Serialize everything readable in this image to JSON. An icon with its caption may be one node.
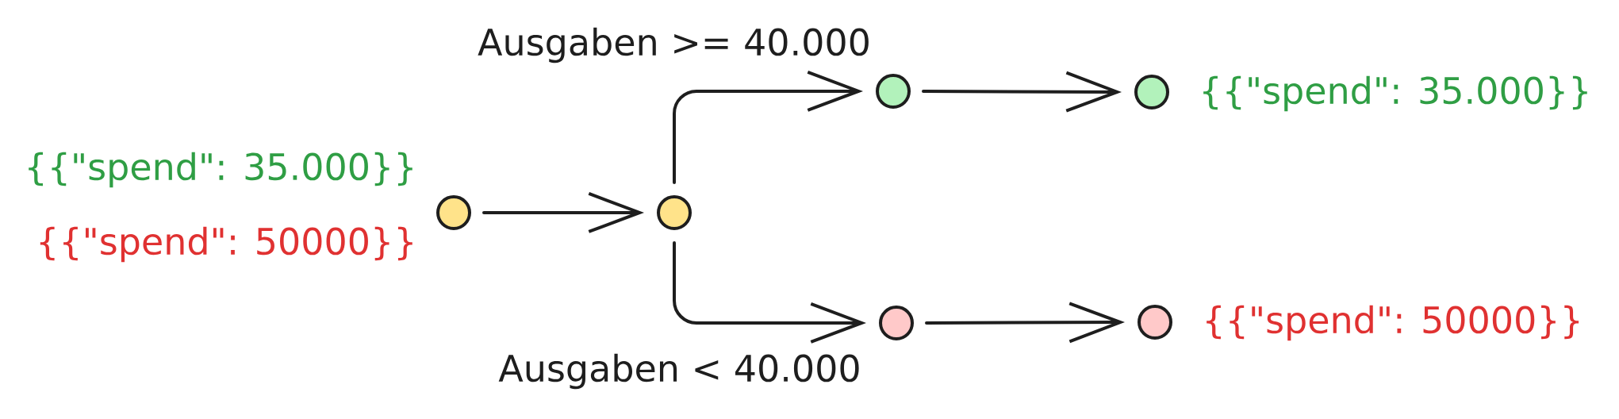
{
  "diagram": {
    "nodes": [
      {
        "text": [],
        "shape": "circle",
        "beside": [
          "{{\"spend\": 35.000}}",
          "{{\"spend\": 50000}}"
        ]
      },
      {
        "text": [],
        "shape": "circle"
      },
      {
        "text": [],
        "shape": "circle"
      },
      {
        "text": [],
        "shape": "circle",
        "beside": [
          "{{\"spend\": 35.000}}"
        ]
      },
      {
        "text": [],
        "shape": "circle"
      },
      {
        "text": [],
        "shape": "circle",
        "beside": [
          "{{\"spend\": 50000}}"
        ]
      }
    ],
    "edges": [
      {
        "from": 0,
        "to": 1,
        "arrow": "to"
      },
      {
        "from": 1,
        "to": 2,
        "arrow": "to",
        "label": "Ausgaben >= 40.000"
      },
      {
        "from": 2,
        "to": 3,
        "arrow": "to"
      },
      {
        "from": 1,
        "to": 4,
        "arrow": "to",
        "label": "Ausgaben < 40.000"
      },
      {
        "from": 4,
        "to": 5,
        "arrow": "to"
      }
    ]
  }
}
